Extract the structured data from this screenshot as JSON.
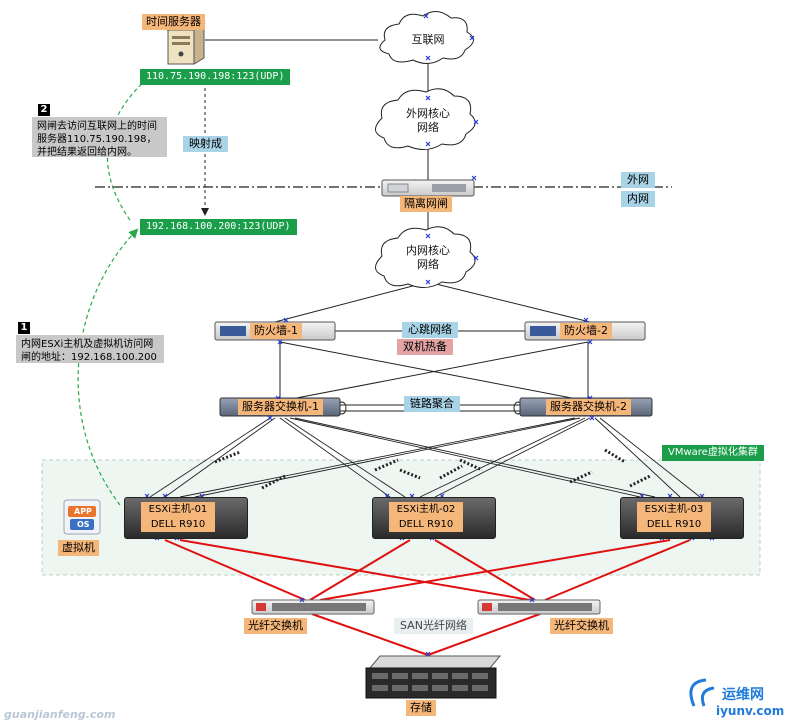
{
  "nodes": {
    "time_server": "时间服务器",
    "internet": "互联网",
    "ext_core": "外网核心\n网络",
    "gap": "隔离网闸",
    "int_core": "内网核心\n网络",
    "fw1": "防火墙-1",
    "fw2": "防火墙-2",
    "sw1": "服务器交换机-1",
    "sw2": "服务器交换机-2",
    "host1": "ESXi主机-01\nDELL R910",
    "host2": "ESXi主机-02\nDELL R910",
    "host3": "ESXi主机-03\nDELL R910",
    "fc_left": "光纤交换机",
    "fc_right": "光纤交换机",
    "storage": "存储",
    "vm": "虚拟机",
    "app": "APP",
    "os": "OS"
  },
  "labels": {
    "ext_ip": "110.75.190.198:123(UDP)",
    "int_ip": "192.168.100.200:123(UDP)",
    "mapped": "映射成",
    "outside": "外网",
    "inside": "内网",
    "heartbeat": "心跳网络",
    "hot_standby": "双机热备",
    "link_agg": "链路聚合",
    "cluster": "VMware虚拟化集群",
    "san": "SAN光纤网络"
  },
  "notes": {
    "step2_num": "2",
    "step2_text": "网闸去访问互联网上的时间服务器110.75.190.198，并把结果返回给内网。",
    "step1_num": "1",
    "step1_text": "内网ESXi主机及虚拟机访问网闸的地址：192.168.100.200"
  },
  "watermarks": {
    "left": "guanjianfeng.com",
    "brand": "运维网",
    "brand_url": "iyunv.com"
  },
  "colors": {
    "orange_label": "#f5b67a",
    "blue_label": "#a9d3e6",
    "red_label": "#e3a3a3",
    "green_label": "#1a9e4a",
    "san_link": "#e01010",
    "cluster_bg": "#eef6f2",
    "dashed_arrow": "#2aa84a"
  },
  "icons": [
    "server-icon",
    "cloud-icon",
    "firewall-icon",
    "switch-icon",
    "storage-icon",
    "app-os-icon",
    "cross-port-icon"
  ]
}
